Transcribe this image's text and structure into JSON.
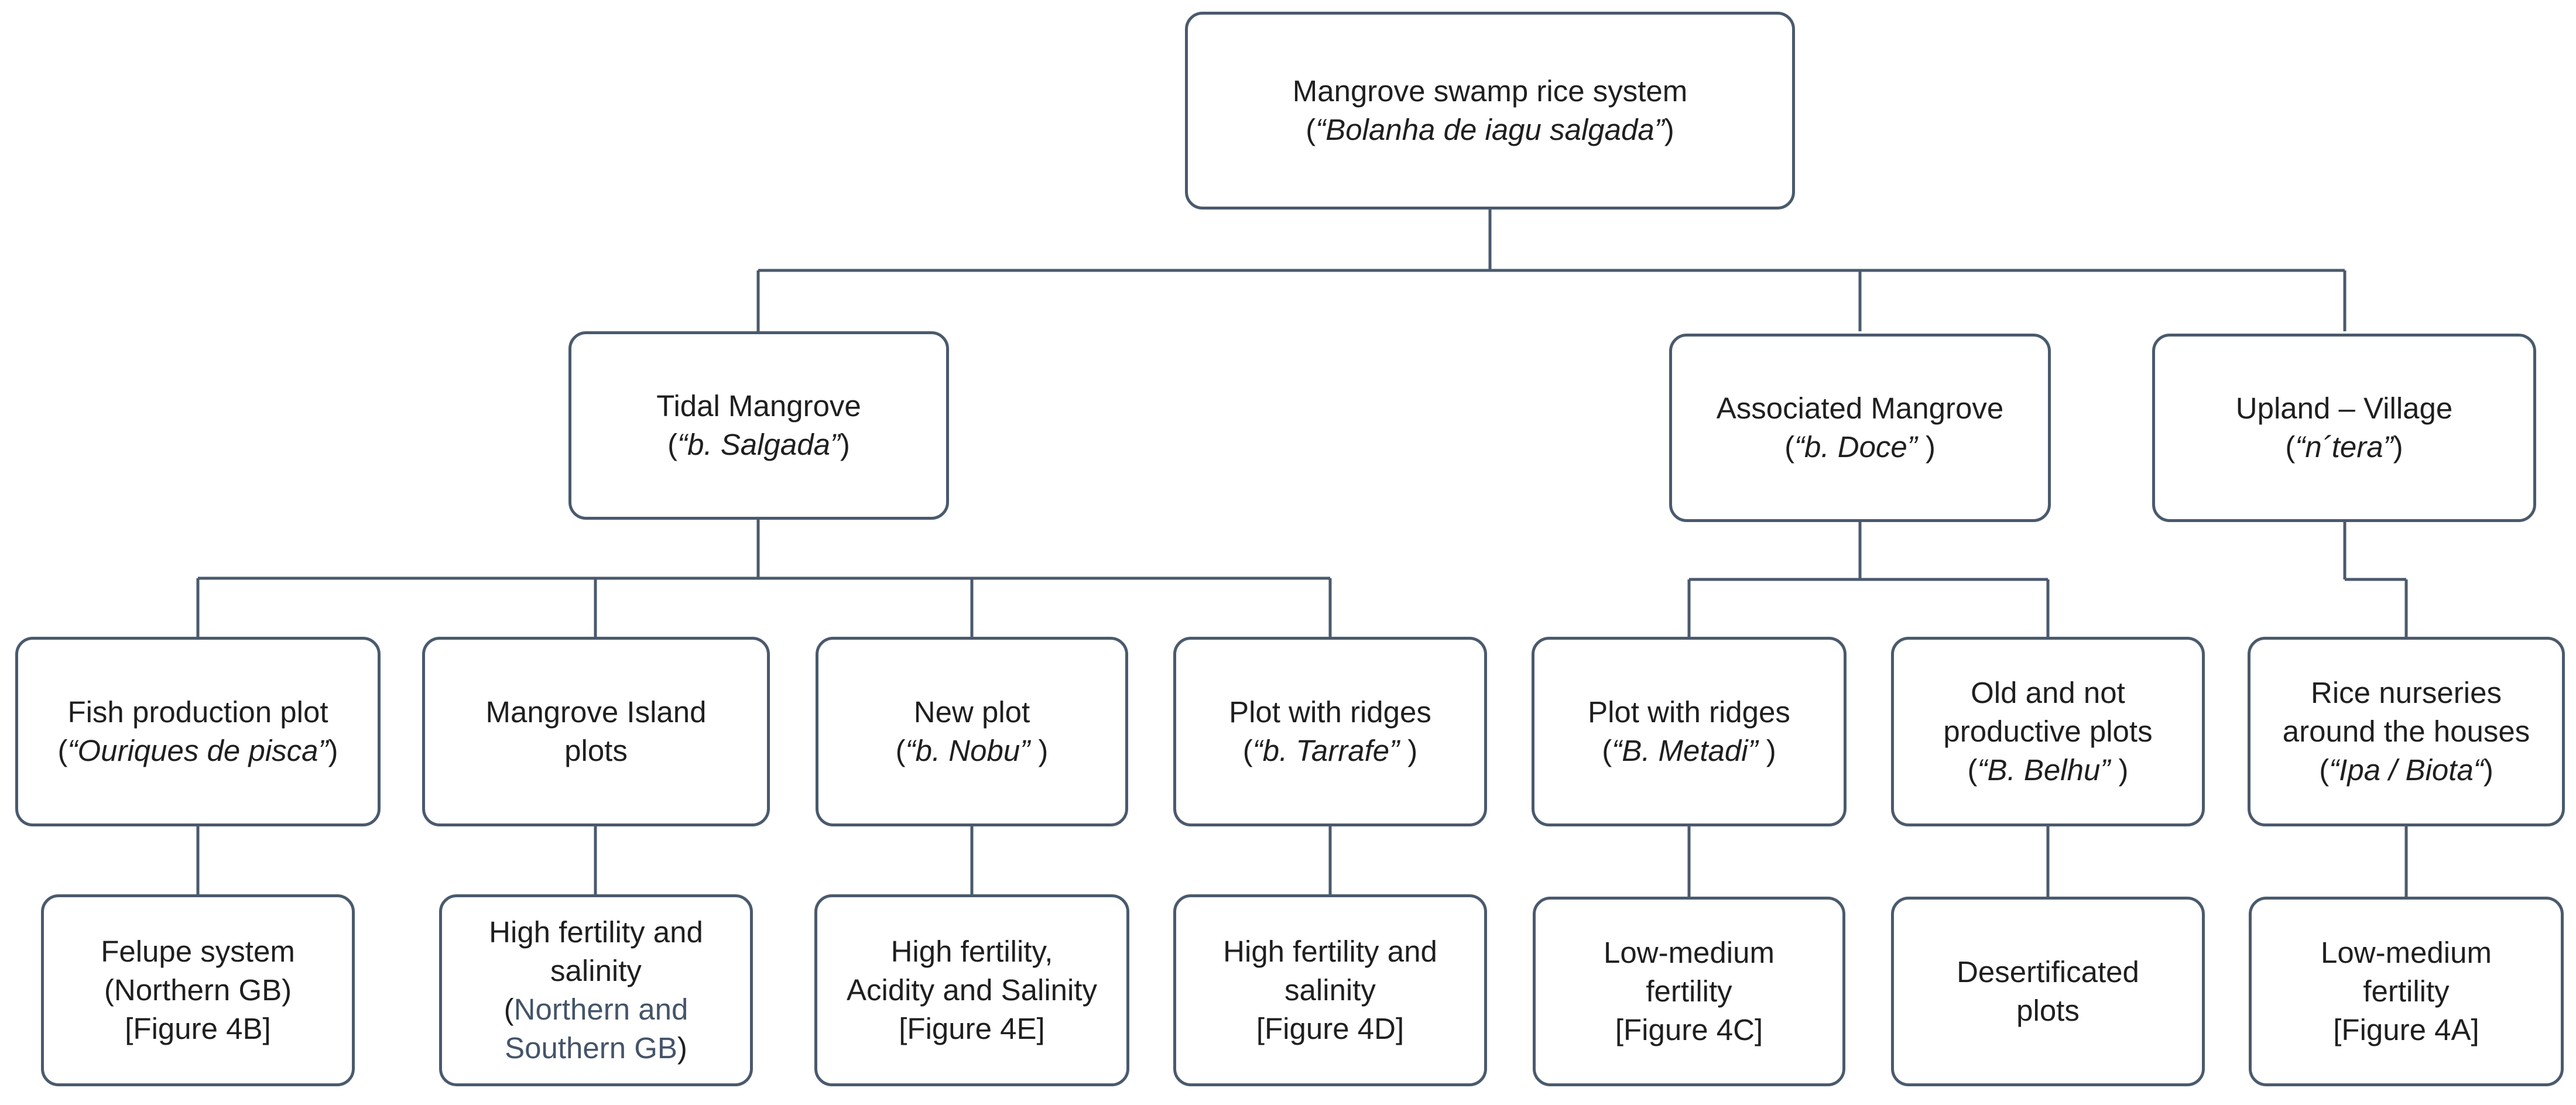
{
  "diagram": {
    "root": {
      "title": "Mangrove swamp rice system",
      "local_name": "Bolanha de iagu salgada"
    },
    "zones": {
      "tidal": {
        "title": "Tidal Mangrove",
        "local_name": "b. Salgada"
      },
      "associated": {
        "title": "Associated Mangrove",
        "local_name": "b. Doce"
      },
      "upland": {
        "title": "Upland – Village",
        "local_name": "n´tera"
      }
    },
    "plots": {
      "fish": {
        "title": "Fish production plot",
        "local_name": "Ouriques de pisca",
        "note_1": "Felupe system",
        "note_2": "(Northern GB)",
        "note_3": "[Figure 4B]"
      },
      "island": {
        "title_1": "Mangrove Island",
        "title_2": "plots",
        "note_1": "High fertility and",
        "note_2": "salinity",
        "note_3": "Northern and",
        "note_4": "Southern GB"
      },
      "new": {
        "title": "New plot",
        "local_name": "b. Nobu",
        "note_1": "High fertility,",
        "note_2": "Acidity and Salinity",
        "note_3": "[Figure 4E]"
      },
      "ridges_tidal": {
        "title": "Plot with ridges",
        "local_name": "b. Tarrafe",
        "note_1": "High fertility and",
        "note_2": "salinity",
        "note_3": "[Figure 4D]"
      },
      "ridges_assoc": {
        "title": "Plot with ridges",
        "local_name": "B. Metadi",
        "note_1": "Low-medium",
        "note_2": "fertility",
        "note_3": "[Figure 4C]"
      },
      "old": {
        "title_1": "Old and not",
        "title_2": "productive plots",
        "local_name": "B. Belhu",
        "note_1": "Desertificated",
        "note_2": "plots"
      },
      "nursery": {
        "title_1": "Rice nurseries",
        "title_2": "around the houses",
        "local_name": "Ipa / Biota",
        "note_1": "Low-medium",
        "note_2": "fertility",
        "note_3": "[Figure 4A]"
      }
    }
  }
}
